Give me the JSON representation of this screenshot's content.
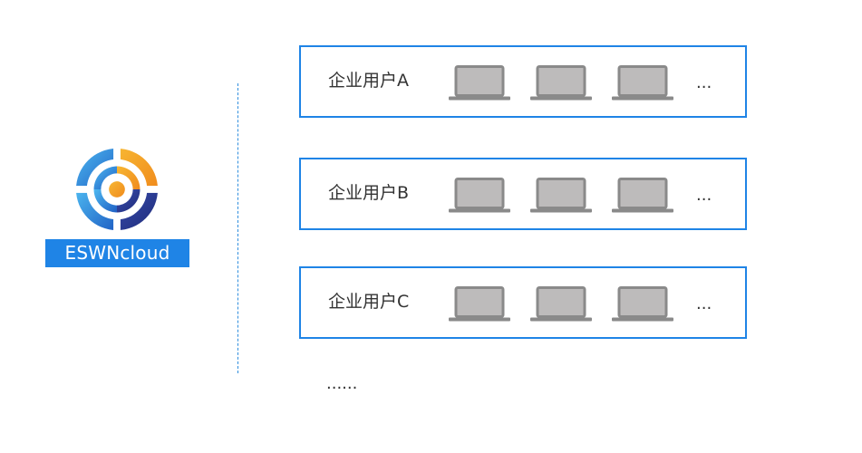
{
  "brand": {
    "label": "ESWNcloud",
    "logo_icon": "eswncloud-logo-icon",
    "colors": {
      "blue": "#1f84e6",
      "orange": "#f5a623",
      "navy": "#2b3a8c"
    }
  },
  "groups": [
    {
      "label": "企业用户A",
      "devices": [
        "laptop-icon",
        "laptop-icon",
        "laptop-icon"
      ],
      "ellipsis": "..."
    },
    {
      "label": "企业用户B",
      "devices": [
        "laptop-icon",
        "laptop-icon",
        "laptop-icon"
      ],
      "ellipsis": "..."
    },
    {
      "label": "企业用户C",
      "devices": [
        "laptop-icon",
        "laptop-icon",
        "laptop-icon"
      ],
      "ellipsis": "..."
    }
  ],
  "more_ellipsis": "......",
  "colors": {
    "box_border": "#1f84e6",
    "divider": "#2f8ede",
    "laptop": "#8a8a8a",
    "laptop_screen": "#bdbbbb"
  }
}
